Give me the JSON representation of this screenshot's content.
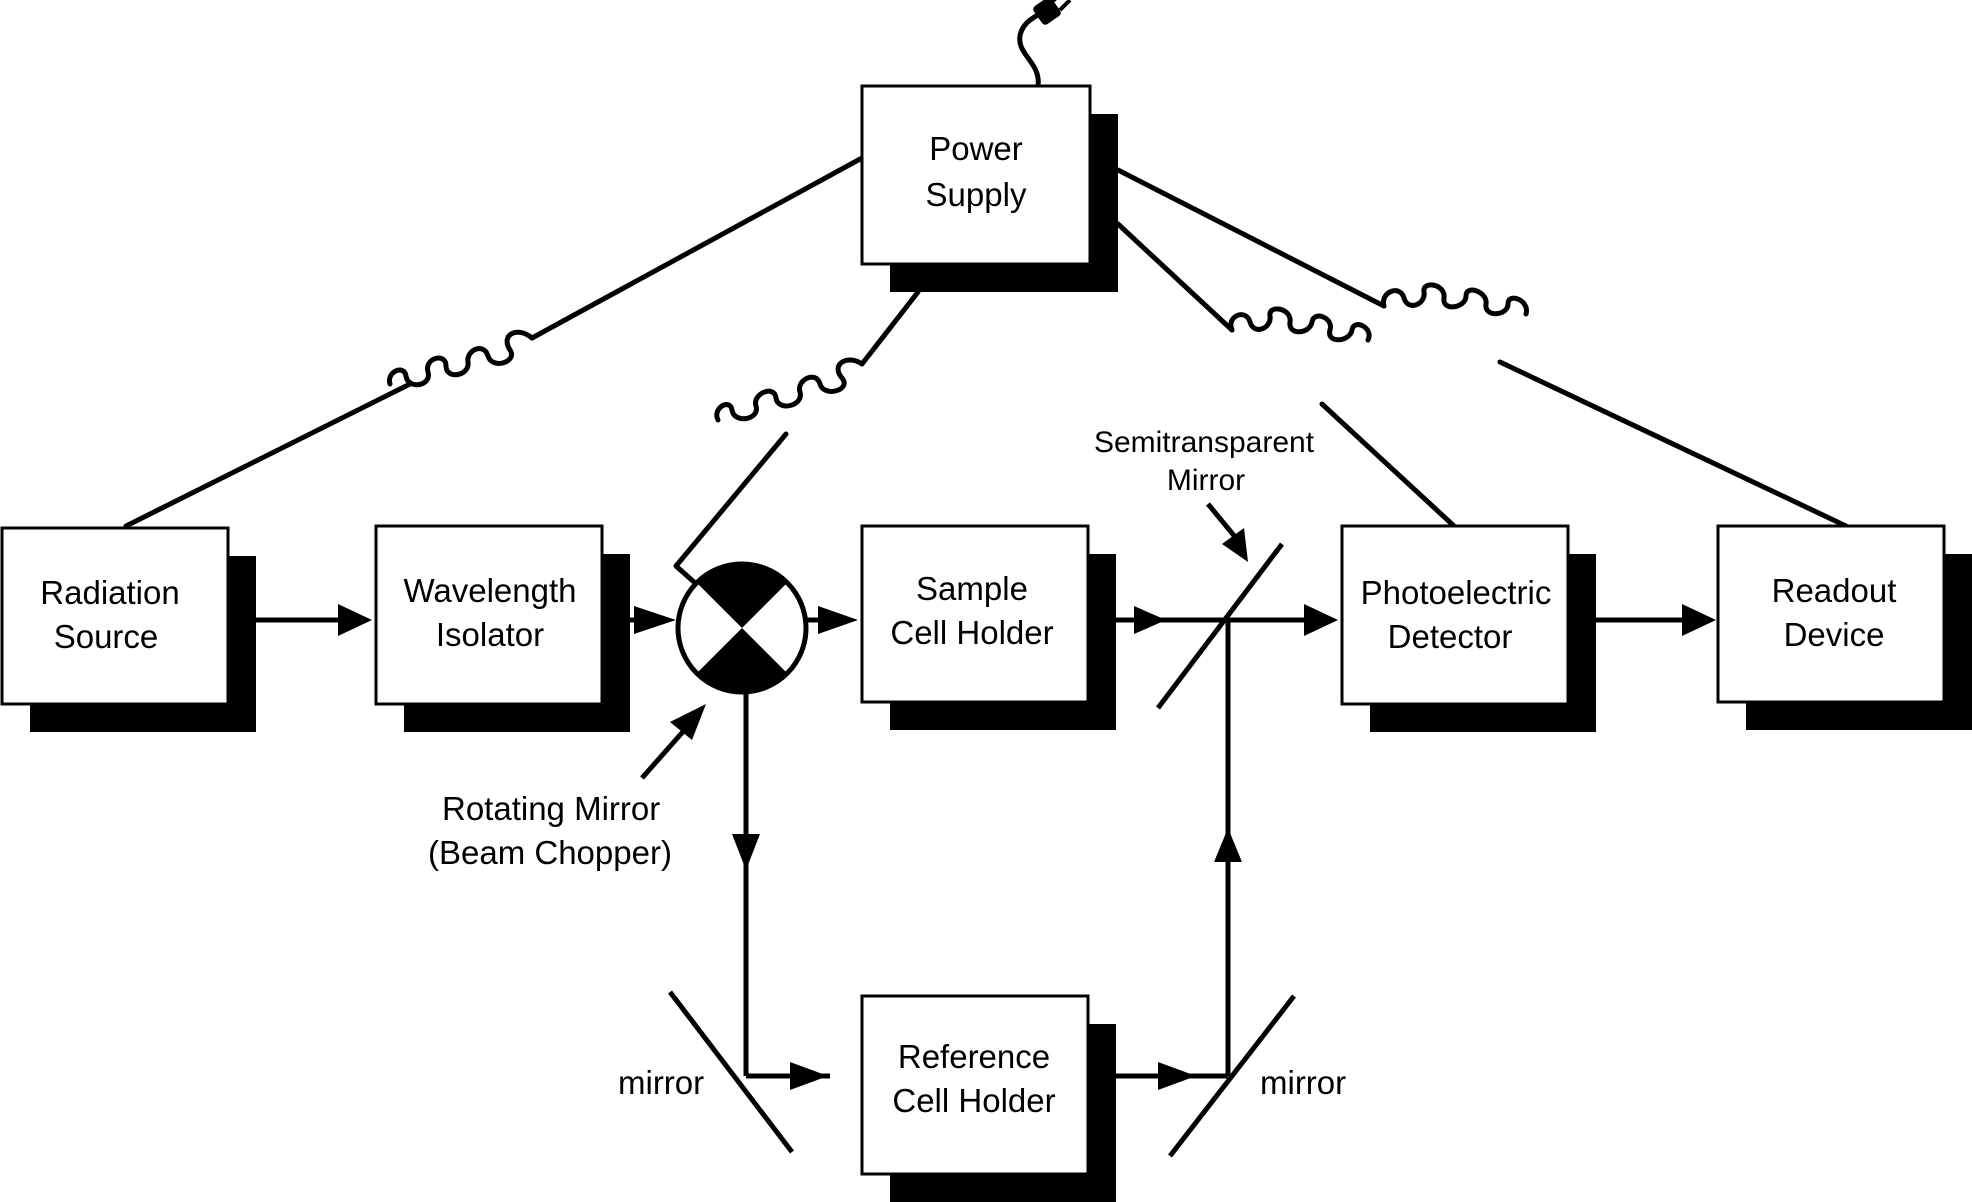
{
  "boxes": {
    "power_supply": {
      "line1": "Power",
      "line2": "Supply"
    },
    "radiation_source": {
      "line1": "Radiation",
      "line2": "Source"
    },
    "wavelength_isolator": {
      "line1": "Wavelength",
      "line2": "Isolator"
    },
    "sample_cell_holder": {
      "line1": "Sample",
      "line2": "Cell Holder"
    },
    "photoelectric_detector": {
      "line1": "Photoelectric",
      "line2": "Detector"
    },
    "readout_device": {
      "line1": "Readout",
      "line2": "Device"
    },
    "reference_cell_holder": {
      "line1": "Reference",
      "line2": "Cell Holder"
    }
  },
  "annotations": {
    "rotating_mirror": {
      "line1": "Rotating Mirror",
      "line2": "(Beam Chopper)"
    },
    "semitransparent_mirror": {
      "line1": "Semitransparent",
      "line2": "Mirror"
    },
    "left_mirror": "mirror",
    "right_mirror": "mirror"
  },
  "colors": {
    "line": "#000000",
    "shadow": "#000000",
    "background": "#ffffff"
  },
  "icons": [
    "power-plug-icon",
    "beam-chopper-icon",
    "mirror-icon"
  ]
}
